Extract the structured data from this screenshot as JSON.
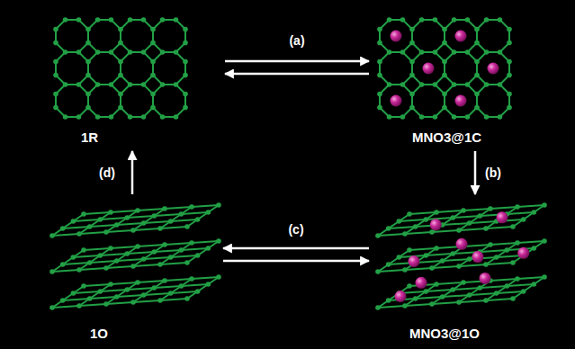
{
  "diagram": {
    "nodes": [
      {
        "text": [
          "1R"
        ]
      },
      {
        "text": [
          "MNO3@1C"
        ]
      },
      {
        "text": [
          "1O"
        ]
      },
      {
        "text": [
          "MNO3@1O"
        ]
      }
    ],
    "edges": [
      {
        "from": 0,
        "to": 1,
        "arrow": "both",
        "label": "(a)"
      },
      {
        "from": 1,
        "to": 3,
        "arrow": "to",
        "label": "(b)"
      },
      {
        "from": 3,
        "to": 2,
        "arrow": "both",
        "label": "(c)"
      },
      {
        "from": 2,
        "to": 0,
        "arrow": "to",
        "label": "(d)"
      }
    ]
  }
}
